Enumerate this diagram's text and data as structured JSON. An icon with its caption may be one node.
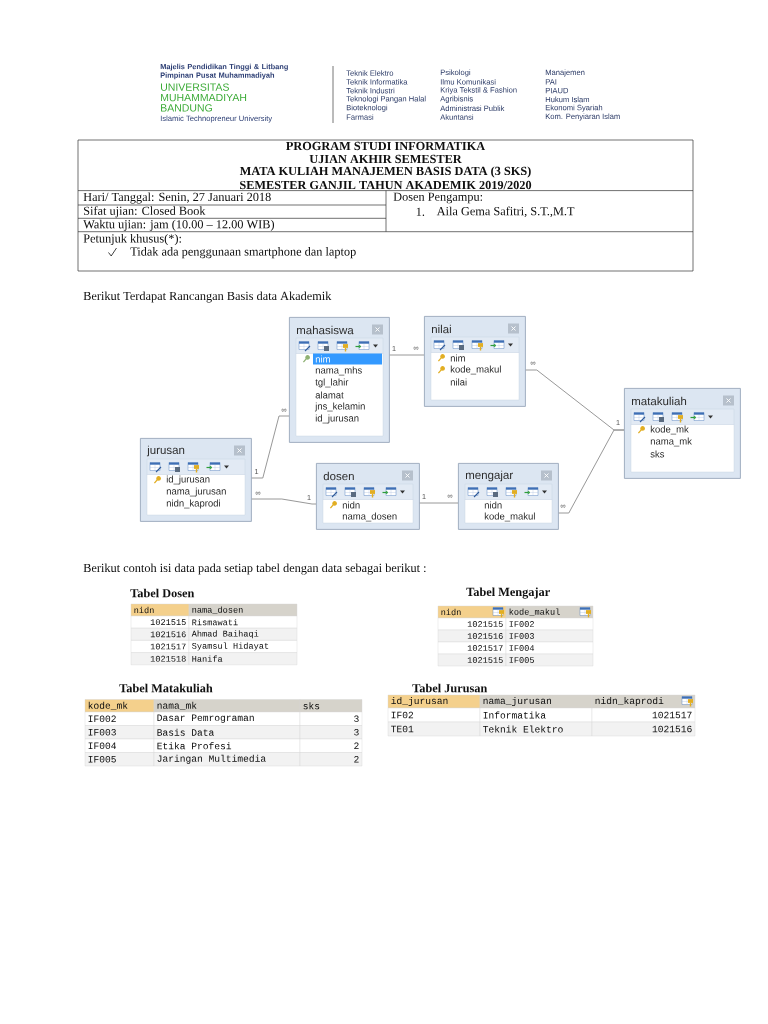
{
  "diagram": {
    "nodes": [
      {
        "text": [
          "mahasiswa",
          "nim",
          "nama_mhs",
          "tgl_lahir",
          "alamat",
          "jns_kelamin",
          "id_jurusan"
        ]
      },
      {
        "text": [
          "nilai",
          "nim",
          "kode_makul",
          "nilai"
        ]
      },
      {
        "text": [
          "matakuliah",
          "kode_mk",
          "nama_mk",
          "sks"
        ]
      },
      {
        "text": [
          "jurusan",
          "id_jurusan",
          "nama_jurusan",
          "nidn_kaprodi"
        ]
      },
      {
        "text": [
          "dosen",
          "nidn",
          "nama_dosen"
        ]
      },
      {
        "text": [
          "mengajar",
          "nidn",
          "kode_makul"
        ]
      }
    ],
    "edges": [
      {
        "from": 0,
        "to": 1,
        "arrow": "none"
      },
      {
        "from": 1,
        "to": 2,
        "arrow": "none"
      },
      {
        "from": 3,
        "to": 0,
        "arrow": "none"
      },
      {
        "from": 3,
        "to": 4,
        "arrow": "none"
      },
      {
        "from": 4,
        "to": 5,
        "arrow": "none"
      },
      {
        "from": 5,
        "to": 2,
        "arrow": "none"
      }
    ],
    "labels": [
      "Majelis Pendidikan Tinggi & Litbang Pimpinan Pusat Muhammadiyah",
      "UNIVERSITAS MUHAMMADIYAH BANDUNG",
      "Islamic Technopreneur University",
      "Teknik Elektro",
      "Teknik Informatika",
      "Teknik Industri",
      "Teknologi Pangan Halal",
      "Bioteknologi",
      "Farmasi",
      "Psikologi",
      "Ilmu Komunikasi",
      "Kriya Tekstil & Fashion",
      "Agribisnis",
      "Administrasi Publik",
      "Akuntansi",
      "Manajemen",
      "PAI",
      "PIAUD",
      "Hukum Islam",
      "Ekonomi Syariah",
      "Kom. Penyiaran Islam",
      "PROGRAM STUDI INFORMATIKA",
      "UJIAN AKHIR SEMESTER",
      "MATA KULIAH MANAJEMEN BASIS DATA (3 SKS)",
      "SEMESTER GANJIL TAHUN AKADEMIK 2019/2020",
      "Hari/ Tanggal: Senin, 27 Januari 2018",
      "Dosen Pengampu:",
      "Sifat ujian: Closed Book",
      "1.",
      "Aila Gema Safitri, S.T.,M.T",
      "Waktu ujian: jam (10.00 – 12.00 WIB)",
      "Petunjuk khusus(*):",
      "Tidak ada penggunaan smartphone dan laptop",
      "Berikut Terdapat Rancangan Basis data Akademik",
      "1",
      "∞",
      "∞",
      "1",
      "1",
      "∞",
      "∞",
      "1",
      "1",
      "∞",
      "∞",
      "Berikut contoh isi data pada setiap tabel dengan data sebagai berikut :",
      "Tabel Dosen",
      "nidn",
      "nama_dosen",
      "1021515",
      "Rismawati",
      "1021516",
      "Ahmad Baihaqi",
      "1021517",
      "Syamsul Hidayat",
      "1021518",
      "Hanifa",
      "Tabel Mengajar",
      "nidn",
      "kode_makul",
      "1021515",
      "IF002",
      "1021516",
      "IF003",
      "1021517",
      "IF004",
      "1021515",
      "IF005",
      "Tabel Matakuliah",
      "kode_mk",
      "nama_mk",
      "sks",
      "IF002",
      "Dasar Pemrograman",
      "3",
      "IF003",
      "Basis Data",
      "3",
      "IF004",
      "Etika Profesi",
      "2",
      "IF005",
      "Jaringan Multimedia",
      "2",
      "Tabel Jurusan",
      "id_jurusan",
      "nama_jurusan",
      "nidn_kaprodi",
      "IF02",
      "Informatika",
      "1021517",
      "TE01",
      "Teknik Elektro",
      "1021516"
    ]
  }
}
